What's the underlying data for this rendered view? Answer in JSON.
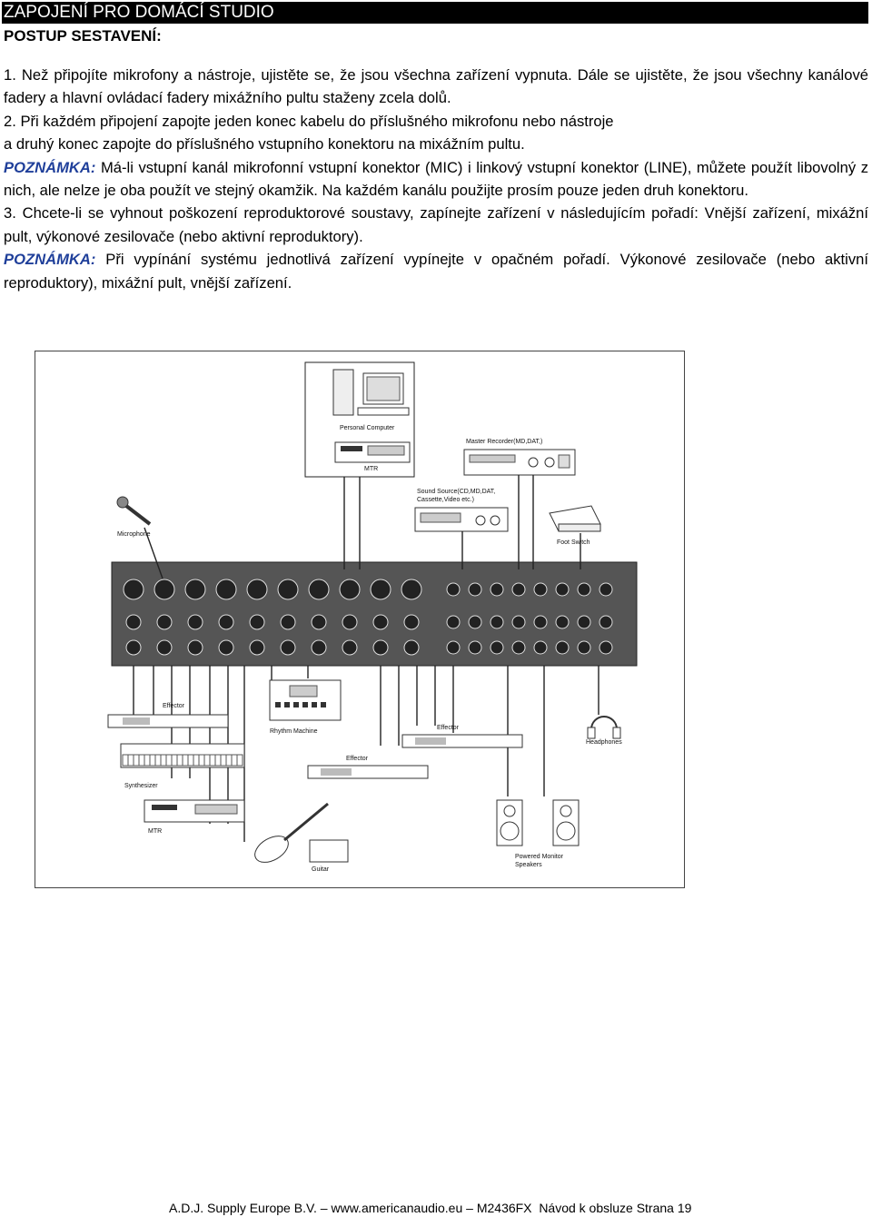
{
  "header": {
    "title": "ZAPOJENÍ PRO DOMÁCÍ STUDIO",
    "subtitle": "POSTUP SESTAVENÍ:"
  },
  "steps": {
    "step1": "1. Než připojíte mikrofony a nástroje, ujistěte se, že jsou všechna zařízení vypnuta. Dále se ujistěte, že jsou všechny kanálové fadery a hlavní ovládací fadery mixážního pultu staženy zcela dolů.",
    "step2_line1": "2. Při každém připojení zapojte jeden konec kabelu do příslušného mikrofonu nebo nástroje",
    "step2_line2": "a druhý konec zapojte do příslušného vstupního konektoru na mixážním pultu.",
    "note1_label": "POZNÁMKA:",
    "note1_text": " Má-li vstupní kanál mikrofonní vstupní konektor (MIC) i linkový vstupní konektor (LINE), můžete použít libovolný z nich, ale nelze je oba použít ve stejný okamžik. Na každém kanálu použijte prosím pouze jeden druh konektoru.",
    "step3": "3. Chcete-li se vyhnout poškození reproduktorové soustavy, zapínejte zařízení v následujícím pořadí: Vnější zařízení, mixážní pult, výkonové zesilovače (nebo aktivní reproduktory).",
    "note2_label": "POZNÁMKA:",
    "note2_text": " Při vypínání systému jednotlivá zařízení vypínejte v opačném pořadí. Výkonové zesilovače (nebo aktivní reproduktory), mixážní pult, vnější zařízení."
  },
  "diagram": {
    "labels": {
      "personal_computer": "Personal Computer",
      "mtr_top": "MTR",
      "master_recorder": "Master Recorder(MD,DAT,)",
      "sound_source": "Sound Source(CD,MD,DAT,",
      "sound_source2": "Cassette,Video etc.)",
      "foot_switch": "Foot Switch",
      "microphone": "Microphone",
      "effector_left": "Effector",
      "rhythm_machine": "Rhythm Machine",
      "effector_mid": "Effector",
      "headphones": "Headphones",
      "effector_low": "Effector",
      "synthesizer": "Synthesizer",
      "mtr_bottom": "MTR",
      "guitar": "Guitar",
      "powered_monitor": "Powered Monitor",
      "speakers": "Speakers"
    }
  },
  "footer": {
    "company": "A.D.J. Supply Europe B.V.",
    "url": "www.americanaudio.eu",
    "model": "M2436FX",
    "page": "Návod k obsluze Strana 19"
  }
}
